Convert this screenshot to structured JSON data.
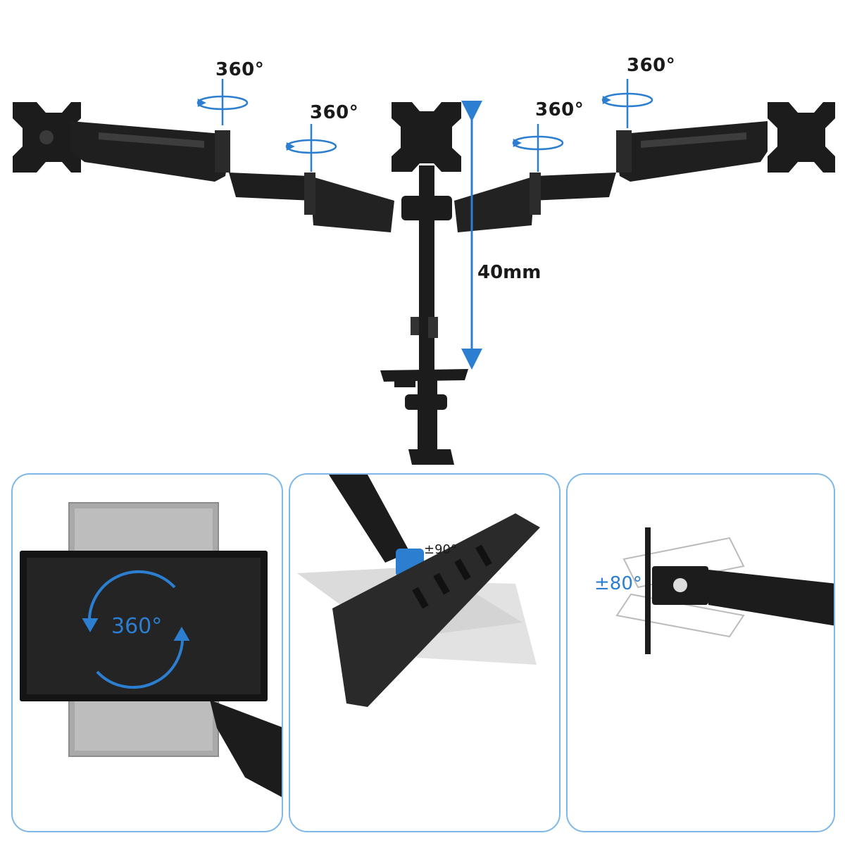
{
  "hero": {
    "rotation_labels": [
      "360°",
      "360°",
      "360°",
      "360°"
    ],
    "height_label": "40mm"
  },
  "panels": [
    {
      "label": "360°"
    },
    {
      "label": "±90°"
    },
    {
      "label": "±80°"
    }
  ],
  "colors": {
    "accent": "#2c7ed0",
    "panel_border": "#7db8e8",
    "metal": "#1c1c1c"
  }
}
